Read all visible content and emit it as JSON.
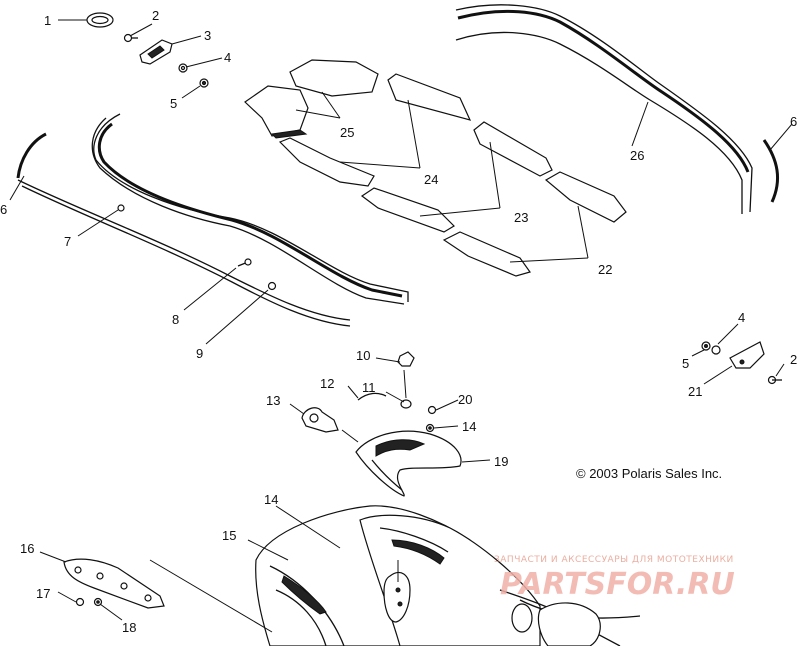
{
  "copyright": "© 2003 Polaris Sales Inc.",
  "watermark": {
    "line1": "ЗАПЧАСТИ И АКСЕССУАРЫ ДЛЯ МОТОТЕХНИКИ",
    "logo": "PARTSFOR.RU"
  },
  "callouts": {
    "c1": "1",
    "c2a": "2",
    "c3": "3",
    "c4a": "4",
    "c5a": "5",
    "c25": "25",
    "c24": "24",
    "c23": "23",
    "c22": "22",
    "c26": "26",
    "c6a": "6",
    "c6b": "6",
    "c7": "7",
    "c8": "8",
    "c9": "9",
    "c4b": "4",
    "c5b": "5",
    "c2b": "2",
    "c21": "21",
    "c10": "10",
    "c12": "12",
    "c11": "11",
    "c13": "13",
    "c20": "20",
    "c14a": "14",
    "c19": "19",
    "c14b": "14",
    "c15": "15",
    "c16": "16",
    "c17": "17",
    "c18": "18"
  }
}
